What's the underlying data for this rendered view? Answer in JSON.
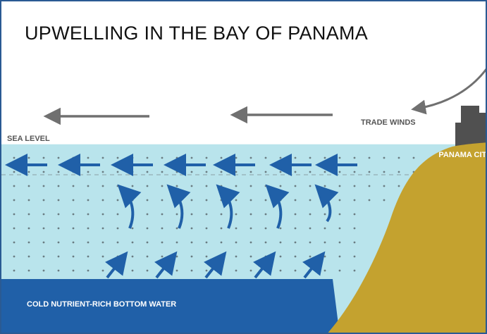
{
  "title": "UPWELLING IN THE BAY OF PANAMA",
  "labels": {
    "sea_level": "SEA LEVEL",
    "trade_winds": "TRADE WINDS",
    "city": "PANAMA CITY",
    "bottom_water": "COLD NUTRIENT-RICH BOTTOM WATER"
  },
  "colors": {
    "frame_border": "#2a5a93",
    "sea": "#b9e4ec",
    "cold_bottom_water": "#2060a8",
    "land": "#c4a22f",
    "arrow_wind": "#707070",
    "arrow_water": "#2060a8",
    "city_buildings": "#505050"
  },
  "icons": {
    "wind_arrows": [
      "wind-arrow-icon",
      "wind-arrow-icon",
      "curved-wind-arrow-icon"
    ],
    "surface_currents": [
      "current-arrow-icon"
    ],
    "upwelling": [
      "curved-upwelling-arrow-icon",
      "upward-arrow-icon"
    ]
  }
}
